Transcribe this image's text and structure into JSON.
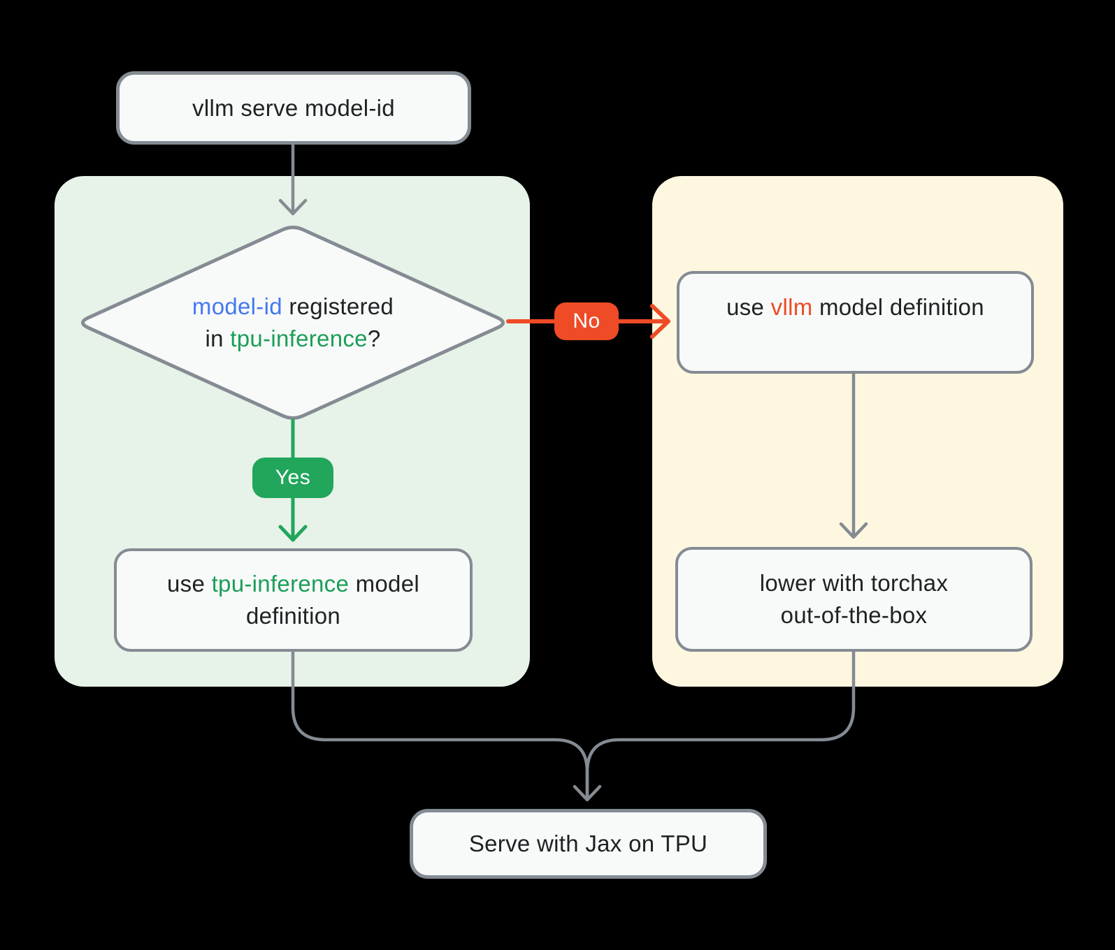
{
  "palette": {
    "background": "#000000",
    "node_fill": "#F8FAF9",
    "node_border": "#858B93",
    "arrow_gray": "#858B93",
    "green_container": "#E7F2E8",
    "yellow_container": "#FDF7E0",
    "blue": "#4478F1",
    "green": "#1B9E58",
    "green_pill": "#21A65C",
    "orange": "#EE4B26",
    "text_dark": "#202124"
  },
  "diagram": {
    "start": {
      "label": "vllm serve model-id"
    },
    "decision": {
      "lines": [
        [
          {
            "t": "model-id",
            "c": "blue"
          },
          {
            "t": " registered",
            "c": ""
          }
        ],
        [
          {
            "t": "in ",
            "c": ""
          },
          {
            "t": "tpu-inference",
            "c": "green"
          },
          {
            "t": "?",
            "c": ""
          }
        ]
      ]
    },
    "edges": {
      "yes_label": "Yes",
      "no_label": "No"
    },
    "vllm_model": {
      "lines": [
        [
          {
            "t": "use ",
            "c": ""
          },
          {
            "t": "vllm",
            "c": "orange"
          },
          {
            "t": " model definition",
            "c": ""
          }
        ]
      ]
    },
    "tpu_model": {
      "lines": [
        [
          {
            "t": "use ",
            "c": ""
          },
          {
            "t": "tpu-inference",
            "c": "green"
          },
          {
            "t": " model",
            "c": ""
          }
        ],
        [
          {
            "t": "definition",
            "c": ""
          }
        ]
      ]
    },
    "torchax": {
      "lines": [
        [
          {
            "t": "lower with torchax",
            "c": ""
          }
        ],
        [
          {
            "t": "out-of-the-box",
            "c": ""
          }
        ]
      ]
    },
    "serve": {
      "label": "Serve with Jax on TPU"
    }
  }
}
